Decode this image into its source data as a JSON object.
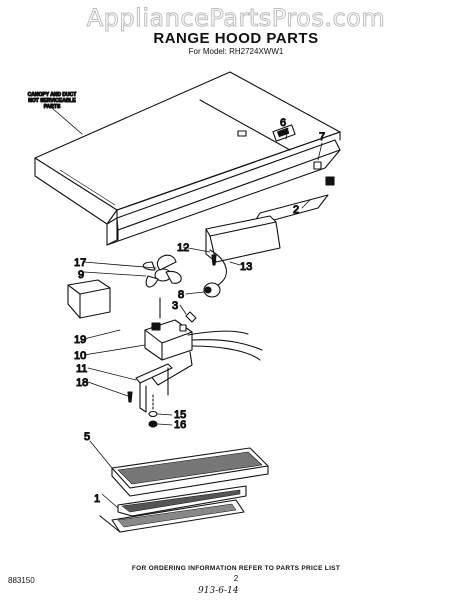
{
  "header": {
    "watermark": "AppliancePartsPros.com",
    "title": "RANGE HOOD PARTS",
    "model": "For Model: RH2724XWW1"
  },
  "note": {
    "line1": "CANOPY AND DUCT",
    "line2": "NOT SERVICEABLE",
    "line3": "PARTS"
  },
  "callouts": {
    "c1": "1",
    "c2": "2",
    "c3": "3",
    "c5": "5",
    "c6": "6",
    "c7": "7",
    "c8": "8",
    "c9": "9",
    "c10": "10",
    "c11": "11",
    "c12": "12",
    "c13": "13",
    "c15": "15",
    "c16": "16",
    "c17": "17",
    "c18": "18",
    "c19": "19"
  },
  "footer": {
    "ordering": "FOR ORDERING INFORMATION REFER TO PARTS PRICE LIST",
    "code": "883150",
    "page": "2",
    "handwritten": "913-6-14"
  }
}
